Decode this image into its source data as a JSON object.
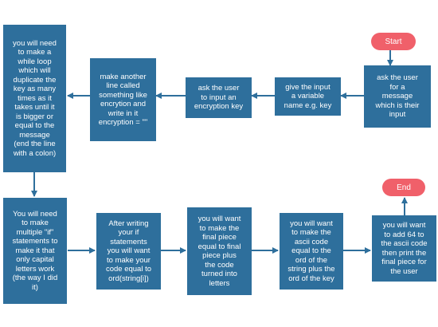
{
  "nodes": {
    "start": "Start",
    "end": "End",
    "ask_message": "ask the user\nfor a\nmessage\nwhich is their\ninput",
    "give_variable": "give the input\na variable\nname e.g. key",
    "ask_key": "ask the user\nto input an\nencryption key",
    "encryption_line": "make another\nline called\nsomething like\nencrytion and\nwrite in it\nencryption = \"\"",
    "while_loop": "you will need\nto make a\nwhile loop\nwhich will\nduplicate the\nkey as many\ntimes as it\ntakes until it\nis bigger or\nequal to the\nmessage\n(end the line\nwith a colon)",
    "multiple_if": "You will need\nto make\nmultiple \"if\"\nstatements to\nmake it that\nonly capital\nletters work\n(the way I did\nit)",
    "after_if": "After writing\nyour if\nstatements\nyou will want\nto  make your\ncode equal to\nord(string[i])",
    "final_piece": "you will want\nto make the\nfinal piece\nequal to final\npiece plus\nthe code\nturned into\nletters",
    "ascii_code": "you will want\nto make the\nascii code\nequal to the\nord of the\nstring plus the\nord of the key",
    "add_64": "you will want\nto add 64 to\nthe ascii code\nthen print the\nfinal piece for\nthe user"
  },
  "colors": {
    "box": "#2e6f9c",
    "terminal": "#f0606a",
    "arrow": "#2e6f9c"
  }
}
